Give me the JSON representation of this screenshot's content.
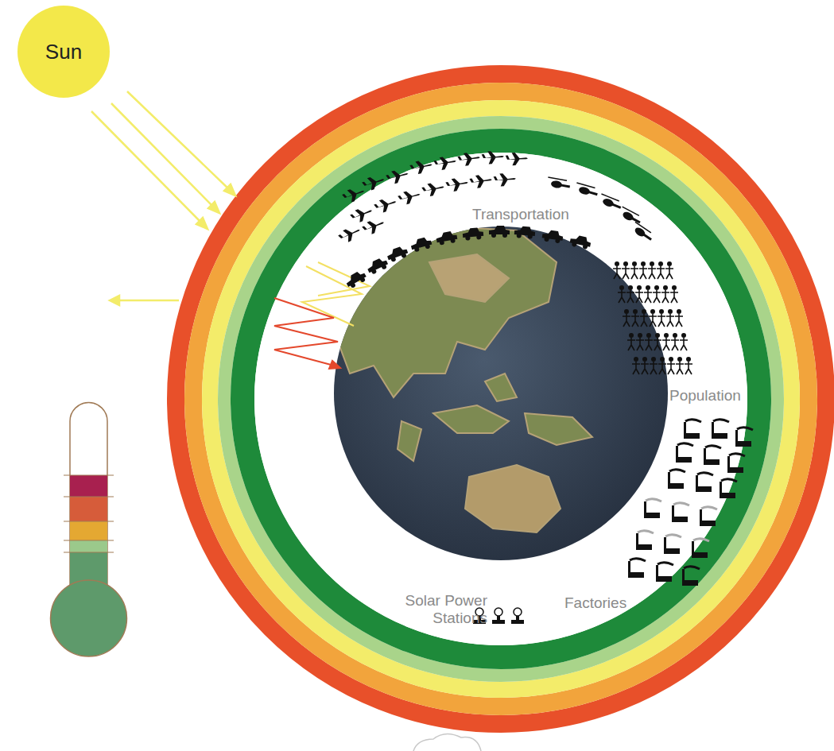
{
  "diagram": {
    "nodes": [
      {
        "text": [
          "Sun"
        ]
      }
    ],
    "labels": [
      "Transportation",
      "Population",
      "Solar Power Stations",
      "Factories"
    ]
  }
}
